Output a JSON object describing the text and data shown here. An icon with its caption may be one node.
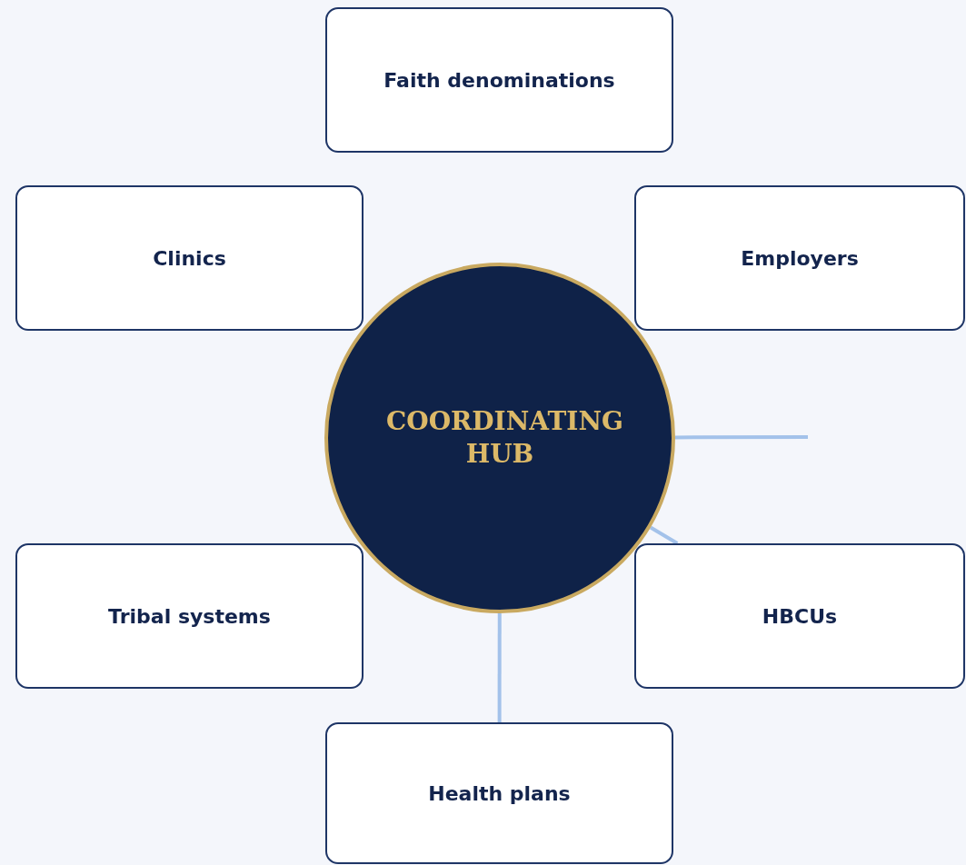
{
  "diagram": {
    "nodes": [
      {
        "text": [
          "Faith denominations"
        ]
      },
      {
        "text": [
          "Clinics"
        ]
      },
      {
        "text": [
          "Employers"
        ]
      },
      {
        "text": [
          "COORDINATING HUB"
        ]
      },
      {
        "text": [
          "Tribal systems"
        ]
      },
      {
        "text": [
          "HBCUs"
        ]
      },
      {
        "text": [
          "Health plans"
        ]
      }
    ],
    "edges": [
      {
        "from": 3,
        "to": null,
        "arrow": "none"
      },
      {
        "from": 3,
        "to": 5,
        "arrow": "none"
      },
      {
        "from": 3,
        "to": 6,
        "arrow": "none"
      }
    ]
  }
}
